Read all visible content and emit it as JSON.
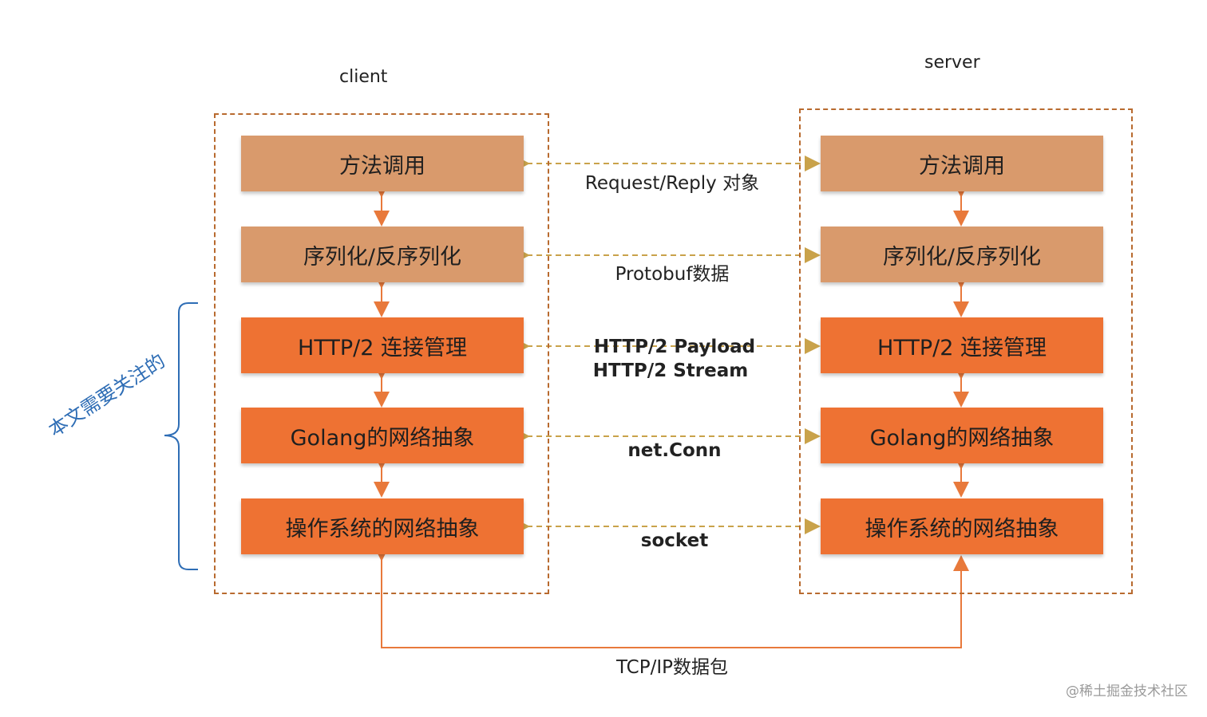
{
  "client_title": "client",
  "server_title": "server",
  "layers": [
    {
      "label": "方法调用",
      "shade": "light"
    },
    {
      "label": "序列化/反序列化",
      "shade": "light"
    },
    {
      "label": "HTTP/2 连接管理",
      "shade": "dark"
    },
    {
      "label": "Golang的网络抽象",
      "shade": "dark"
    },
    {
      "label": "操作系统的网络抽象",
      "shade": "dark"
    }
  ],
  "links": {
    "request_reply": "Request/Reply 对象",
    "protobuf": "Protobuf数据",
    "http2_payload": "HTTP/2 Payload",
    "http2_stream": "HTTP/2 Stream",
    "net_conn": "net.Conn",
    "socket": "socket",
    "tcp_ip": "TCP/IP数据包"
  },
  "focus_note": "本文需要关注的",
  "watermark": "@稀土掘金技术社区",
  "colors": {
    "light_layer": "#d99a6c",
    "dark_layer": "#ee7233",
    "frame_border": "#b86a2f",
    "dashed_link": "#c9a24a",
    "arrow": "#e8793b",
    "note_blue": "#2e6db5"
  }
}
